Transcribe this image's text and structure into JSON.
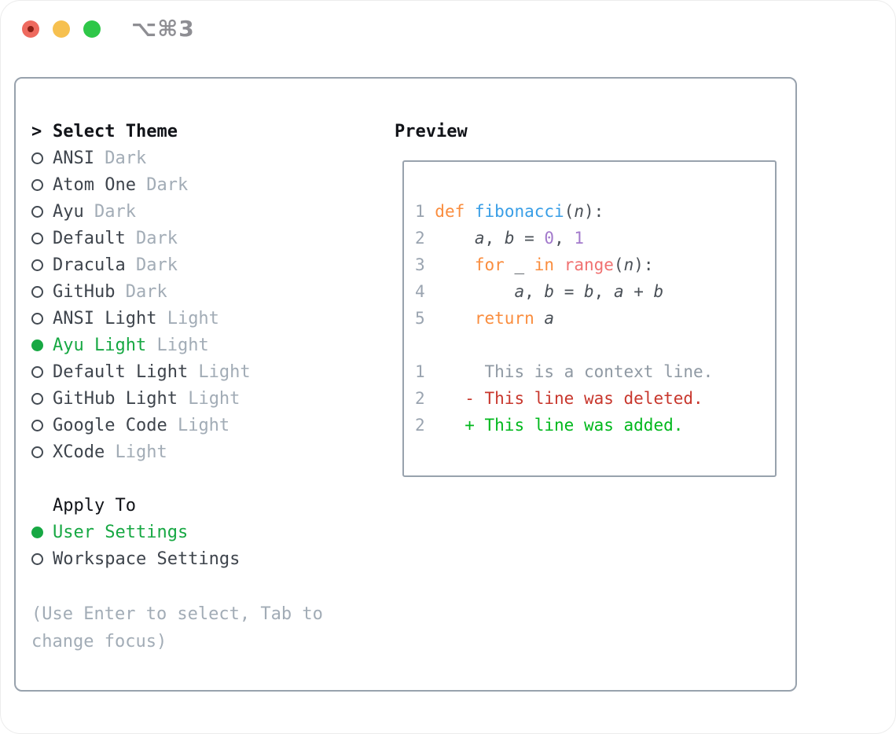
{
  "titlebar": {
    "title": "⌥⌘3"
  },
  "theme_picker": {
    "header": {
      "prefix": ">",
      "label": "Select Theme"
    },
    "items": [
      {
        "name": "ANSI",
        "tag": "Dark",
        "selected": false
      },
      {
        "name": "Atom One",
        "tag": "Dark",
        "selected": false
      },
      {
        "name": "Ayu",
        "tag": "Dark",
        "selected": false
      },
      {
        "name": "Default",
        "tag": "Dark",
        "selected": false
      },
      {
        "name": "Dracula",
        "tag": "Dark",
        "selected": false
      },
      {
        "name": "GitHub",
        "tag": "Dark",
        "selected": false
      },
      {
        "name": "ANSI Light",
        "tag": "Light",
        "selected": false
      },
      {
        "name": "Ayu Light",
        "tag": "Light",
        "selected": true
      },
      {
        "name": "Default Light",
        "tag": "Light",
        "selected": false
      },
      {
        "name": "GitHub Light",
        "tag": "Light",
        "selected": false
      },
      {
        "name": "Google Code",
        "tag": "Light",
        "selected": false
      },
      {
        "name": "XCode",
        "tag": "Light",
        "selected": false
      }
    ]
  },
  "apply_to": {
    "label": "Apply To",
    "options": [
      {
        "name": "User Settings",
        "selected": true
      },
      {
        "name": "Workspace Settings",
        "selected": false
      }
    ]
  },
  "help_text": "(Use Enter to select, Tab to change focus)",
  "preview": {
    "label": "Preview",
    "code_lines": [
      {
        "num": "1",
        "tokens": [
          {
            "t": "def",
            "c": "kw"
          },
          {
            "t": " ",
            "c": "fg"
          },
          {
            "t": "fibonacci",
            "c": "fn"
          },
          {
            "t": "(",
            "c": "fg"
          },
          {
            "t": "n",
            "c": "var"
          },
          {
            "t": "):",
            "c": "fg"
          }
        ]
      },
      {
        "num": "2",
        "tokens": [
          {
            "t": "    ",
            "c": "fg"
          },
          {
            "t": "a",
            "c": "var"
          },
          {
            "t": ", ",
            "c": "fg"
          },
          {
            "t": "b",
            "c": "var"
          },
          {
            "t": " = ",
            "c": "fg"
          },
          {
            "t": "0",
            "c": "num"
          },
          {
            "t": ", ",
            "c": "fg"
          },
          {
            "t": "1",
            "c": "num"
          }
        ]
      },
      {
        "num": "3",
        "tokens": [
          {
            "t": "    ",
            "c": "fg"
          },
          {
            "t": "for",
            "c": "kw"
          },
          {
            "t": " _ ",
            "c": "fg"
          },
          {
            "t": "in",
            "c": "kw"
          },
          {
            "t": " ",
            "c": "fg"
          },
          {
            "t": "range",
            "c": "sp"
          },
          {
            "t": "(",
            "c": "fg"
          },
          {
            "t": "n",
            "c": "var"
          },
          {
            "t": "):",
            "c": "fg"
          }
        ]
      },
      {
        "num": "4",
        "tokens": [
          {
            "t": "        ",
            "c": "fg"
          },
          {
            "t": "a",
            "c": "var"
          },
          {
            "t": ", ",
            "c": "fg"
          },
          {
            "t": "b",
            "c": "var"
          },
          {
            "t": " = ",
            "c": "fg"
          },
          {
            "t": "b",
            "c": "var"
          },
          {
            "t": ", ",
            "c": "fg"
          },
          {
            "t": "a",
            "c": "var"
          },
          {
            "t": " + ",
            "c": "fg"
          },
          {
            "t": "b",
            "c": "var"
          }
        ]
      },
      {
        "num": "5",
        "tokens": [
          {
            "t": "    ",
            "c": "fg"
          },
          {
            "t": "return",
            "c": "kw"
          },
          {
            "t": " ",
            "c": "fg"
          },
          {
            "t": "a",
            "c": "var"
          }
        ]
      },
      {
        "num": "",
        "tokens": []
      },
      {
        "num": "1",
        "tokens": [
          {
            "t": "     This is a context line.",
            "c": "ctx"
          }
        ]
      },
      {
        "num": "2",
        "tokens": [
          {
            "t": "   ",
            "c": "fg"
          },
          {
            "t": "- This line was deleted.",
            "c": "del"
          }
        ]
      },
      {
        "num": "2",
        "tokens": [
          {
            "t": "   ",
            "c": "fg"
          },
          {
            "t": "+ This line was added.",
            "c": "add"
          }
        ]
      }
    ]
  },
  "colors": {
    "green_selected": "#17a843",
    "diff_added": "#00b81c",
    "diff_deleted": "#c8372d",
    "keyword_orange": "#fa8d3e",
    "function_blue": "#399ee6",
    "special_red": "#f07171",
    "number_purple": "#a37acc",
    "code_foreground": "#4a5057",
    "line_number_gray": "#9aa4b0",
    "context_gray": "#8f99a3",
    "text_primary": "#3e444c",
    "text_muted": "#a2acb6",
    "header_black": "#111318",
    "box_border": "#98a2ad",
    "traffic_red": "#ee6a5f",
    "traffic_red_dot": "#8a1f15",
    "traffic_yellow": "#f6c04f",
    "traffic_green": "#2ec748",
    "title_gray": "#8e8e93"
  }
}
